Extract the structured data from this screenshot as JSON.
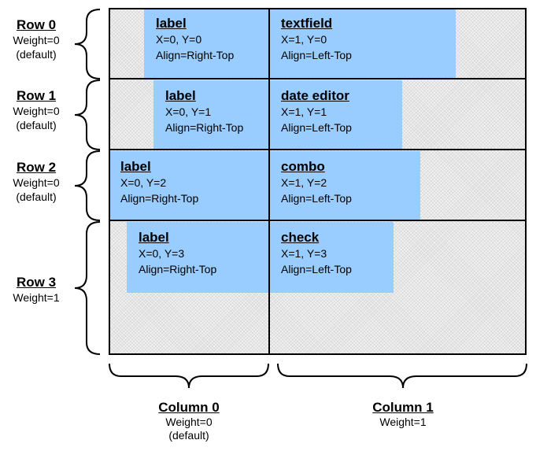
{
  "cells": [
    {
      "widget": "label",
      "pos": "X=0, Y=0",
      "align": "Align=Right-Top"
    },
    {
      "widget": "textfield",
      "pos": "X=1, Y=0",
      "align": "Align=Left-Top"
    },
    {
      "widget": "label",
      "pos": "X=0, Y=1",
      "align": "Align=Right-Top"
    },
    {
      "widget": "date editor",
      "pos": "X=1, Y=1",
      "align": "Align=Left-Top"
    },
    {
      "widget": "label",
      "pos": "X=0, Y=2",
      "align": "Align=Right-Top"
    },
    {
      "widget": "combo",
      "pos": "X=1, Y=2",
      "align": "Align=Left-Top"
    },
    {
      "widget": "label",
      "pos": "X=0, Y=3",
      "align": "Align=Right-Top"
    },
    {
      "widget": "check",
      "pos": "X=1, Y=3",
      "align": "Align=Left-Top"
    }
  ],
  "rows": [
    {
      "title": "Row 0",
      "weight": "Weight=0",
      "note": "(default)"
    },
    {
      "title": "Row 1",
      "weight": "Weight=0",
      "note": "(default)"
    },
    {
      "title": "Row 2",
      "weight": "Weight=0",
      "note": "(default)"
    },
    {
      "title": "Row 3",
      "weight": "Weight=1"
    }
  ],
  "columns": [
    {
      "title": "Column 0",
      "weight": "Weight=0",
      "note": "(default)"
    },
    {
      "title": "Column 1",
      "weight": "Weight=1"
    }
  ],
  "colors": {
    "widget_fill": "#99ccff",
    "grid_border": "#000000",
    "empty_space": "#d9d9d9"
  }
}
